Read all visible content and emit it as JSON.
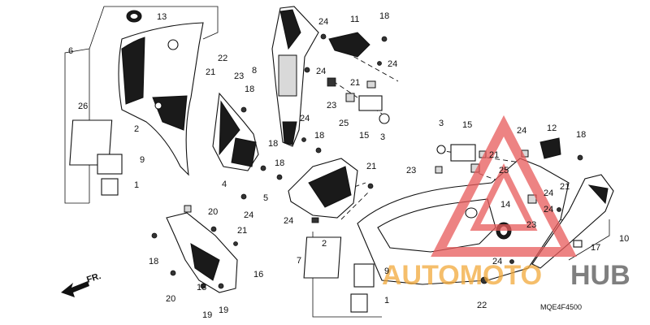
{
  "diagram_code": "MQE4F4500",
  "direction_label": "FR.",
  "watermark": {
    "word1": "AUTOMOTO",
    "word2": "HUB",
    "color1": "#f2a93a",
    "color2": "#555555",
    "triangle_color": "#e85a5a"
  },
  "labels": [
    "13",
    "6",
    "22",
    "23",
    "24",
    "11",
    "18",
    "8",
    "24",
    "24",
    "21",
    "18",
    "26",
    "2",
    "9",
    "1",
    "21",
    "23",
    "25",
    "15",
    "3",
    "18",
    "4",
    "24",
    "18",
    "18",
    "24",
    "5",
    "21",
    "3",
    "15",
    "12",
    "18",
    "21",
    "23",
    "25",
    "24",
    "24",
    "14",
    "23",
    "10",
    "17",
    "24",
    "21",
    "24",
    "20",
    "21",
    "18",
    "16",
    "18",
    "20",
    "19",
    "19",
    "7",
    "2",
    "9",
    "1",
    "22",
    "24"
  ]
}
